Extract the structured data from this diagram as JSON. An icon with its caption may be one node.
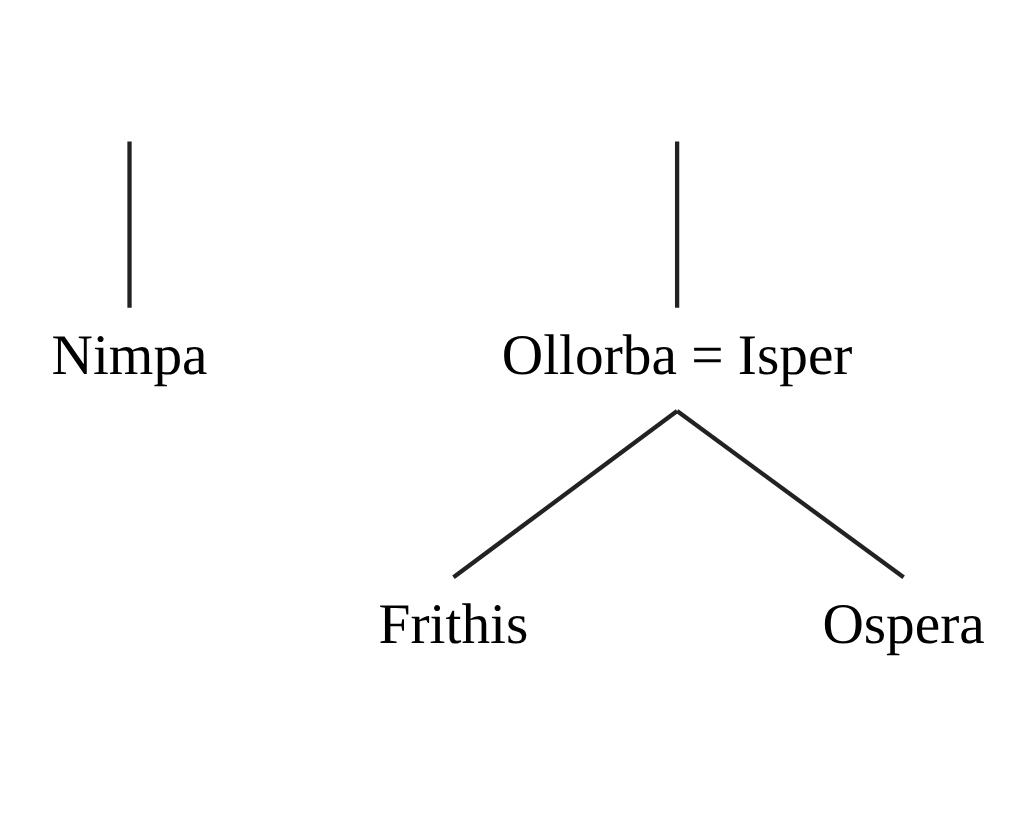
{
  "diagram": {
    "nodes": [
      {
        "text": [
          "Nimpa"
        ]
      },
      {
        "text": [
          "Ollorba = Isper"
        ]
      },
      {
        "text": [
          "Frithis"
        ]
      },
      {
        "text": [
          "Ospera"
        ]
      }
    ],
    "edges": [
      {
        "from": null,
        "to": 0,
        "arrow": "none"
      },
      {
        "from": null,
        "to": 1,
        "arrow": "none"
      },
      {
        "from": 1,
        "to": 2,
        "arrow": "none"
      },
      {
        "from": 1,
        "to": 3,
        "arrow": "none"
      }
    ]
  }
}
